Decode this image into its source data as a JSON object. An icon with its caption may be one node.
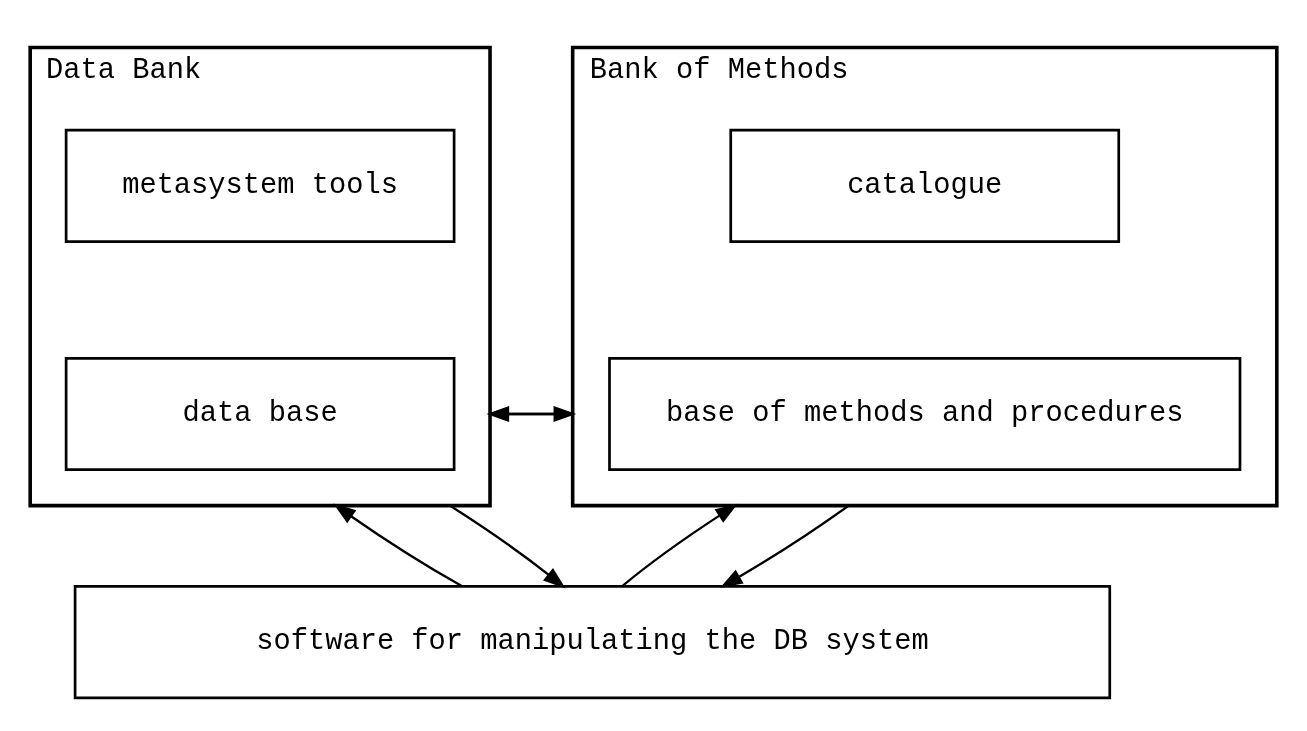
{
  "diagram": {
    "nodes": [
      {
        "text": [
          "Data Bank"
        ]
      },
      {
        "text": [
          "metasystem tools"
        ],
        "in": 0
      },
      {
        "text": [
          "data base"
        ],
        "in": 0
      },
      {
        "text": [
          "Bank of Methods"
        ]
      },
      {
        "text": [
          "catalogue"
        ],
        "in": 3
      },
      {
        "text": [
          "base of methods and procedures"
        ],
        "in": 3
      },
      {
        "text": [
          "software for manipulating the DB system"
        ]
      }
    ],
    "edges": [
      {
        "from": 0,
        "to": 3,
        "arrow": "to"
      },
      {
        "from": 3,
        "to": 0,
        "arrow": "to"
      },
      {
        "from": 6,
        "to": 0,
        "arrow": "to"
      },
      {
        "from": 0,
        "to": 6,
        "arrow": "to"
      },
      {
        "from": 6,
        "to": 3,
        "arrow": "to"
      },
      {
        "from": 3,
        "to": 6,
        "arrow": "to"
      }
    ]
  }
}
